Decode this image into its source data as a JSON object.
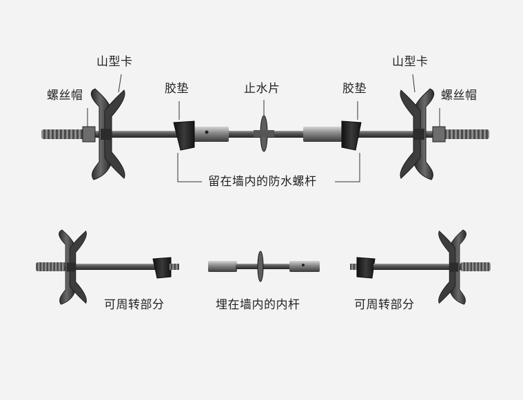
{
  "labels": {
    "nut_left": "螺丝帽",
    "clamp_left": "山型卡",
    "gasket_left": "胶垫",
    "water_stop": "止水片",
    "gasket_right": "胶垫",
    "clamp_right": "山型卡",
    "nut_right": "螺丝帽",
    "embedded_rod": "留在墙内的防水螺杆",
    "removable_left": "可周转部分",
    "inner_rod": "埋在墙内的内杆",
    "removable_right": "可周转部分"
  },
  "colors": {
    "background": "#f4f3f3",
    "metal_dark": "#3a3a3a",
    "metal_light": "#8a8a8a",
    "rubber": "#1e1e1e",
    "leader_line": "#333333"
  }
}
